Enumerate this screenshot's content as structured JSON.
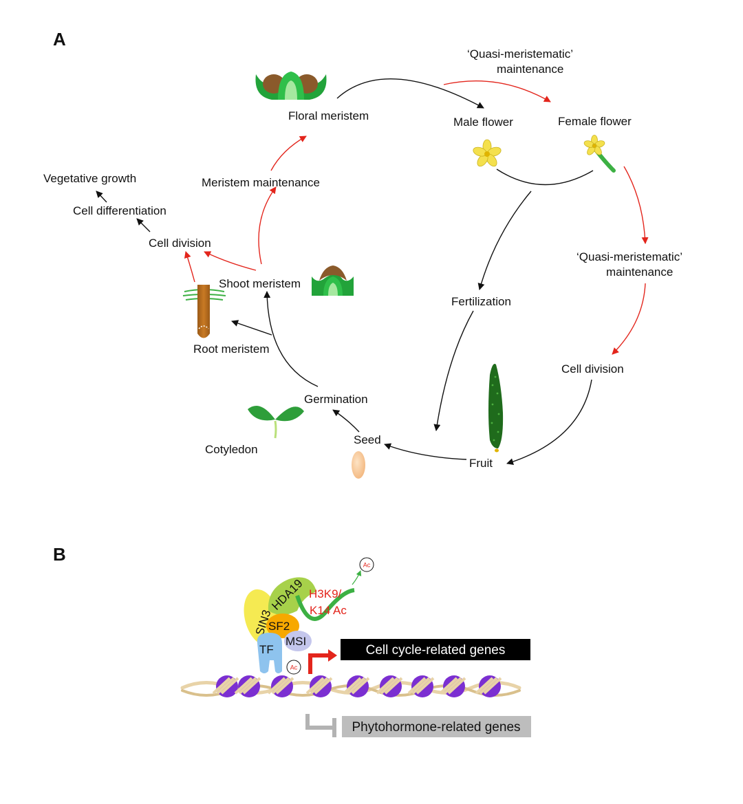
{
  "panel_a": {
    "letter": "A",
    "labels": {
      "quasi_top_1": "‘Quasi-meristematic’",
      "quasi_top_2": "maintenance",
      "floral_meristem": "Floral meristem",
      "male_flower": "Male flower",
      "female_flower": "Female flower",
      "vegetative_growth": "Vegetative growth",
      "cell_differentiation": "Cell differentiation",
      "meristem_maintenance": "Meristem maintenance",
      "cell_division_left": "Cell division",
      "shoot_meristem": "Shoot meristem",
      "quasi_right_1": "‘Quasi-meristematic’",
      "quasi_right_2": "maintenance",
      "fertilization": "Fertilization",
      "root_meristem": "Root meristem",
      "cell_division_right": "Cell division",
      "germination": "Germination",
      "seed": "Seed",
      "cotyledon": "Cotyledon",
      "fruit": "Fruit"
    }
  },
  "panel_b": {
    "letter": "B",
    "proteins": {
      "hda19": "HDA19",
      "sin3": "SIN3",
      "sf2": "SF2",
      "msi": "MSI",
      "tf": "TF"
    },
    "mark_line_1": "H3K9/",
    "mark_line_2": "K14 Ac",
    "ac_tag": "Ac",
    "cell_cycle_genes": "Cell cycle-related genes",
    "phytohormone_genes": "Phytohormone-related genes"
  },
  "colors": {
    "black_arrow": "#111111",
    "red_arrow": "#e3251c",
    "leaf_green": "#2e9e3a",
    "flower_yellow": "#f4e04d",
    "nucleosome_purple": "#7b2fd1",
    "dna_beige": "#e8d3a8",
    "cell_cycle_box": "#000000",
    "phytohormone_box": "#bdbdbd"
  }
}
